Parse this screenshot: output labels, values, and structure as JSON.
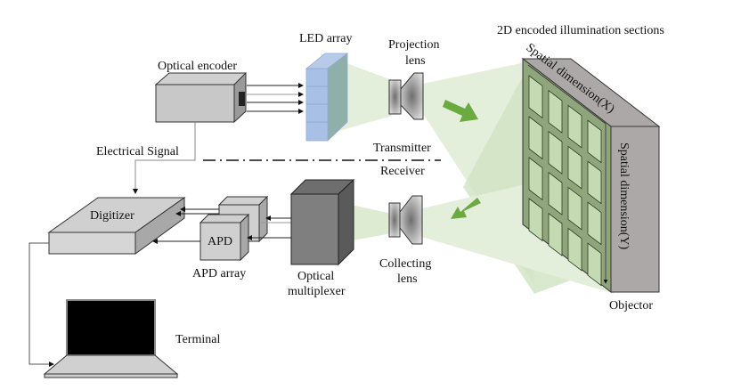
{
  "labels": {
    "optical_encoder": "Optical encoder",
    "led_array": "LED array",
    "projection_lens_1": "Projection",
    "projection_lens_2": "lens",
    "illumination_sections": "2D encoded illumination sections",
    "spatial_x": "Spatial dimension(X)",
    "spatial_y": "Spatial dimension(Y)",
    "objector": "Objector",
    "electrical_signal": "Electrical Signal",
    "transmitter": "Transmitter",
    "receiver": "Receiver",
    "digitizer": "Digitizer",
    "apd": "APD",
    "apd_array": "APD array",
    "optical_multiplexer_1": "Optical",
    "optical_multiplexer_2": "multiplexer",
    "collecting_lens_1": "Collecting",
    "collecting_lens_2": "lens",
    "terminal": "Terminal"
  },
  "colors": {
    "beam": "#cfe3c2",
    "beam_light": "#e3eedb",
    "arrow_green": "#6aaa3e",
    "led_blue": "#a9c0e6",
    "objector_gray": "#aca8a8",
    "panel_green": "#8fa67c",
    "cell_green": "#c4dab2",
    "multiplexer_gray": "#7f7f7f"
  }
}
